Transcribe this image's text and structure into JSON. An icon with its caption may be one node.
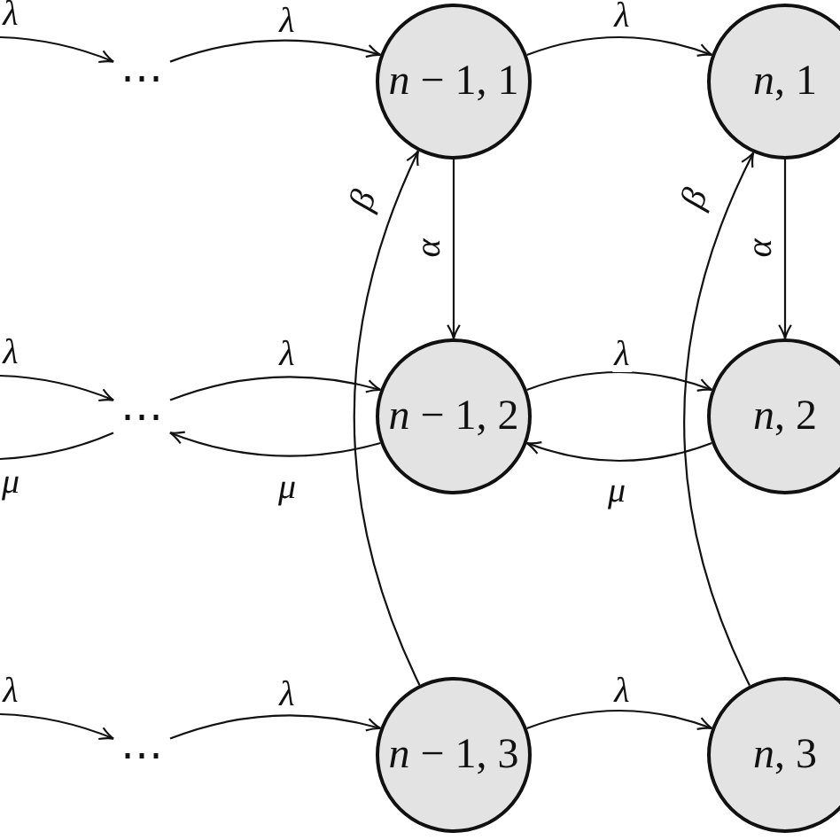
{
  "diagram": {
    "nodes": [
      {
        "text": [
          "⋯"
        ]
      },
      {
        "text": [
          "*n* − 1, 1"
        ]
      },
      {
        "text": [
          "*n*, 1"
        ]
      },
      {
        "text": [
          "⋯"
        ]
      },
      {
        "text": [
          "*n* − 1, 2"
        ]
      },
      {
        "text": [
          "*n*, 2"
        ]
      },
      {
        "text": [
          "⋯"
        ]
      },
      {
        "text": [
          "*n* − 1, 3"
        ]
      },
      {
        "text": [
          "*n*, 3"
        ]
      }
    ],
    "edges": [
      {
        "from": null,
        "to": 0,
        "arrow": "to",
        "label": "λ"
      },
      {
        "from": 0,
        "to": 1,
        "arrow": "to",
        "label": "λ"
      },
      {
        "from": 1,
        "to": 2,
        "arrow": "to",
        "label": "λ"
      },
      {
        "from": 1,
        "to": 4,
        "arrow": "to",
        "label": "α"
      },
      {
        "from": 2,
        "to": 5,
        "arrow": "to",
        "label": "α"
      },
      {
        "from": null,
        "to": 3,
        "arrow": "to",
        "label": "λ"
      },
      {
        "from": 3,
        "to": null,
        "arrow": "none",
        "label": "μ"
      },
      {
        "from": 3,
        "to": 4,
        "arrow": "to",
        "label": "λ"
      },
      {
        "from": 4,
        "to": 3,
        "arrow": "to",
        "label": "μ"
      },
      {
        "from": 4,
        "to": 5,
        "arrow": "to",
        "label": "λ"
      },
      {
        "from": 5,
        "to": 4,
        "arrow": "to",
        "label": "μ"
      },
      {
        "from": null,
        "to": 6,
        "arrow": "to",
        "label": "λ"
      },
      {
        "from": 6,
        "to": 7,
        "arrow": "to",
        "label": "λ"
      },
      {
        "from": 7,
        "to": 8,
        "arrow": "to",
        "label": "λ"
      },
      {
        "from": 7,
        "to": 1,
        "arrow": "to",
        "label": "β"
      },
      {
        "from": 8,
        "to": 2,
        "arrow": "to",
        "label": "β"
      }
    ]
  }
}
